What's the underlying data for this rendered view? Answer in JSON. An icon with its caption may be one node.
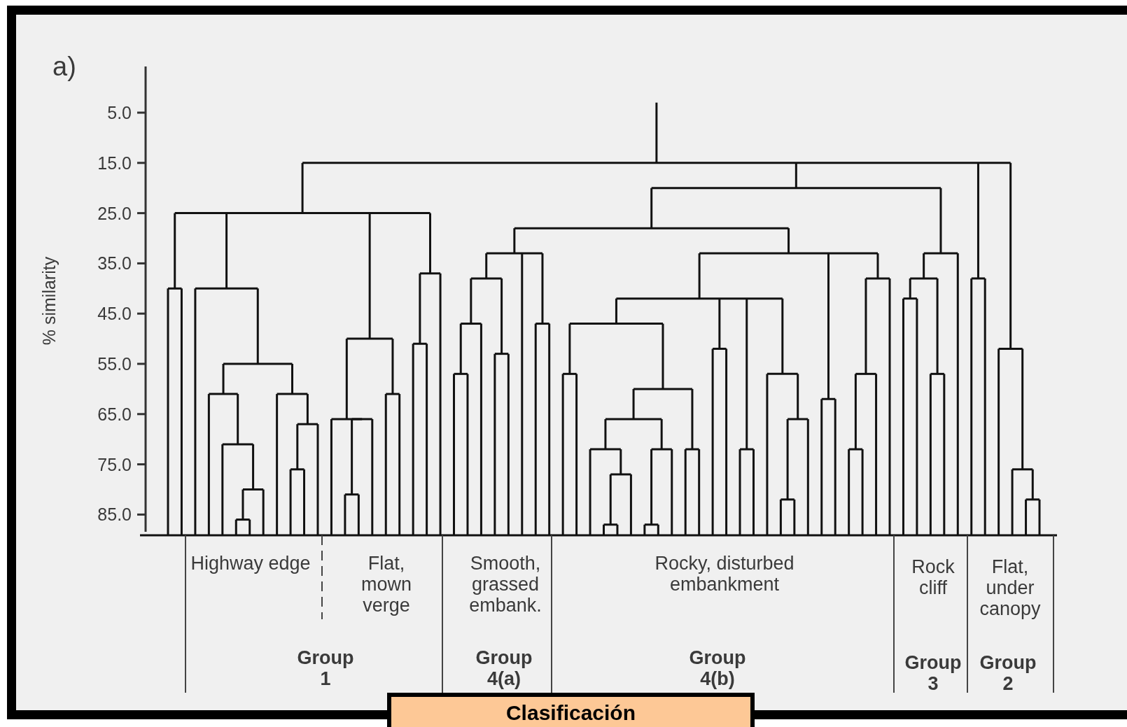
{
  "diagram": {
    "nodes": [
      {
        "text": [
          "Clasificación"
        ]
      }
    ],
    "labels": [
      "a)",
      "5.0",
      "15.0",
      "25.0",
      "35.0",
      "45.0",
      "55.0",
      "65.0",
      "75.0",
      "85.0",
      "% similarity",
      "Highway edge",
      "Flat, mown verge",
      "Smooth, grassed embank.",
      "Rocky, disturbed embankment",
      "Rock cliff",
      "Flat, under canopy",
      "Group 1",
      "Group 4(a)",
      "Group 4(b)",
      "Group 3",
      "Group 2"
    ]
  }
}
